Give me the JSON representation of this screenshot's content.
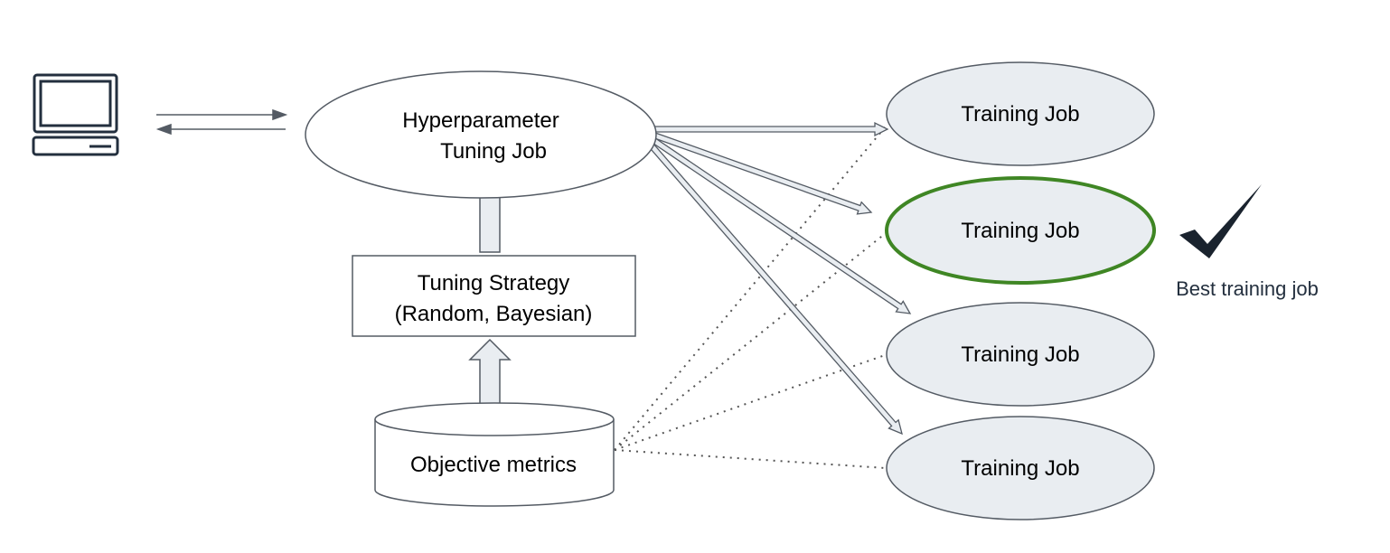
{
  "nodes": {
    "tuning_job": {
      "line1": "Hyperparameter",
      "line2": "Tuning Job"
    },
    "strategy": {
      "line1": "Tuning Strategy",
      "line2": "(Random, Bayesian)"
    },
    "metrics": {
      "label": "Objective metrics"
    },
    "training_jobs": [
      {
        "label": "Training Job",
        "best": false
      },
      {
        "label": "Training Job",
        "best": true
      },
      {
        "label": "Training Job",
        "best": false
      },
      {
        "label": "Training Job",
        "best": false
      }
    ]
  },
  "best_label": "Best training job",
  "colors": {
    "stroke": "#545b64",
    "ellipse_fill": "#e9edf1",
    "best_outline": "#3f8624",
    "check": "#1a232e",
    "dotted": "#555555",
    "arrow_fill": "#e9edf1"
  }
}
